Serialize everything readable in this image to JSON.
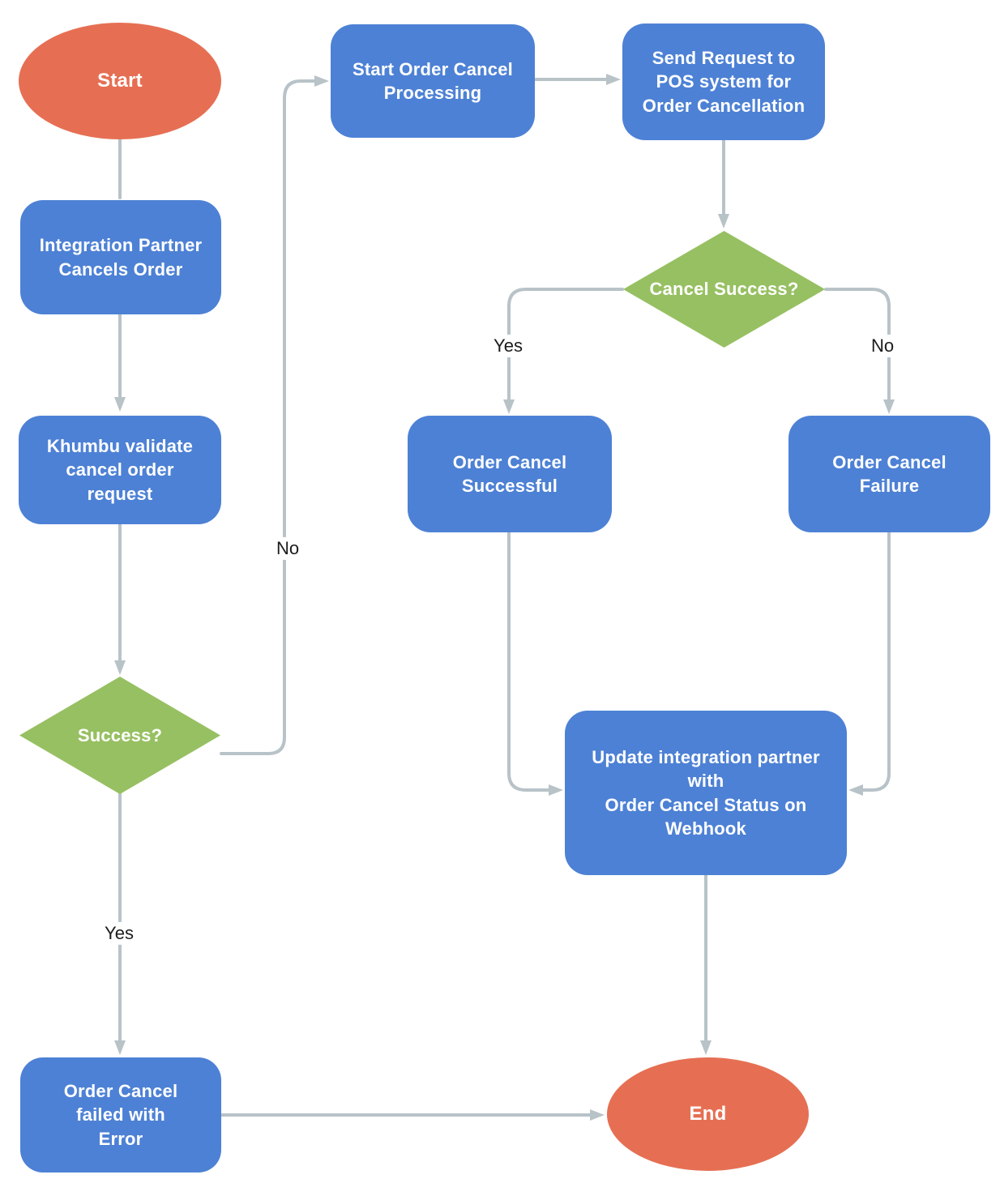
{
  "diagram_type": "flowchart",
  "colors": {
    "process_fill": "#4d81d5",
    "terminator_fill": "#e66f53",
    "decision_fill": "#97c062",
    "connector": "#b8c3c8",
    "node_text": "#ffffff",
    "edge_label_text": "#1c1c1c",
    "background": "#ffffff"
  },
  "nodes": {
    "start": {
      "type": "terminator",
      "label": "Start"
    },
    "integration_cancels": {
      "type": "process",
      "label": "Integration Partner\nCancels Order"
    },
    "khumbu_validate": {
      "type": "process",
      "label": "Khumbu validate\ncancel order\nrequest"
    },
    "success_decision": {
      "type": "decision",
      "label": "Success?"
    },
    "start_processing": {
      "type": "process",
      "label": "Start Order Cancel\nProcessing"
    },
    "send_request_pos": {
      "type": "process",
      "label": "Send Request to\nPOS system for\nOrder Cancellation"
    },
    "cancel_success_decision": {
      "type": "decision",
      "label": "Cancel Success?"
    },
    "order_cancel_successful": {
      "type": "process",
      "label": "Order Cancel\nSuccessful"
    },
    "order_cancel_failure": {
      "type": "process",
      "label": "Order Cancel\nFailure"
    },
    "update_partner_webhook": {
      "type": "process",
      "label": "Update integration partner\nwith\nOrder Cancel Status on\nWebhook"
    },
    "order_cancel_failed_error": {
      "type": "process",
      "label": "Order Cancel\nfailed with\nError"
    },
    "end": {
      "type": "terminator",
      "label": "End"
    }
  },
  "edges": {
    "start_to_integration": {
      "from": "start",
      "to": "integration_cancels",
      "label": ""
    },
    "integration_to_khumbu": {
      "from": "integration_cancels",
      "to": "khumbu_validate",
      "label": ""
    },
    "khumbu_to_success": {
      "from": "khumbu_validate",
      "to": "success_decision",
      "label": ""
    },
    "success_yes": {
      "from": "success_decision",
      "to": "order_cancel_failed_error",
      "label": "Yes"
    },
    "success_no": {
      "from": "success_decision",
      "to": "start_processing",
      "label": "No"
    },
    "processing_to_send_request": {
      "from": "start_processing",
      "to": "send_request_pos",
      "label": ""
    },
    "send_request_to_cancel_success": {
      "from": "send_request_pos",
      "to": "cancel_success_decision",
      "label": ""
    },
    "cancel_success_yes": {
      "from": "cancel_success_decision",
      "to": "order_cancel_successful",
      "label": "Yes"
    },
    "cancel_success_no": {
      "from": "cancel_success_decision",
      "to": "order_cancel_failure",
      "label": "No"
    },
    "successful_to_update": {
      "from": "order_cancel_successful",
      "to": "update_partner_webhook",
      "label": ""
    },
    "failure_to_update": {
      "from": "order_cancel_failure",
      "to": "update_partner_webhook",
      "label": ""
    },
    "update_to_end": {
      "from": "update_partner_webhook",
      "to": "end",
      "label": ""
    },
    "failed_error_to_end": {
      "from": "order_cancel_failed_error",
      "to": "end",
      "label": ""
    }
  }
}
